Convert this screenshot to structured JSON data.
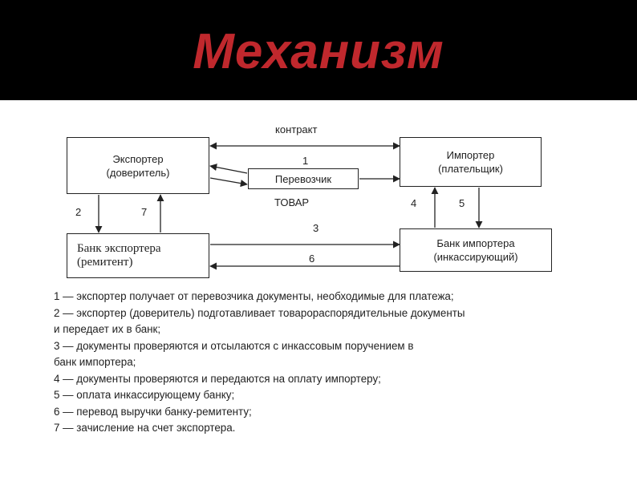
{
  "title": "Механизм",
  "nodes": {
    "exporter": {
      "line1": "Экспортер",
      "line2": "(доверитель)"
    },
    "importer": {
      "line1": "Импортер",
      "line2": "(плательщик)"
    },
    "carrier": {
      "line1": "Перевозчик"
    },
    "exporter_bank": {
      "line1": "Банк экспортера",
      "line2": "(ремитент)"
    },
    "importer_bank": {
      "line1": "Банк импортера",
      "line2": "(инкассирующий)"
    }
  },
  "labels": {
    "contract": "контракт",
    "goods": "ТОВАР",
    "n1": "1",
    "n2": "2",
    "n3": "3",
    "n4": "4",
    "n5": "5",
    "n6": "6",
    "n7": "7"
  },
  "legend": [
    "1 — экспортер получает от перевозчика документы, необходимые для платежа;",
    "2 — экспортер (доверитель) подготавливает товарораспорядительные документы",
    "и передает их в банк;",
    "3 — документы проверяются и отсылаются с инкассовым поручением в",
    "банк импортера;",
    "4 — документы проверяются и передаются на оплату импортеру;",
    "5 — оплата инкассирующему банку;",
    "6 — перевод выручки банку-ремитенту;",
    "7 — зачисление на счет экспортера."
  ]
}
